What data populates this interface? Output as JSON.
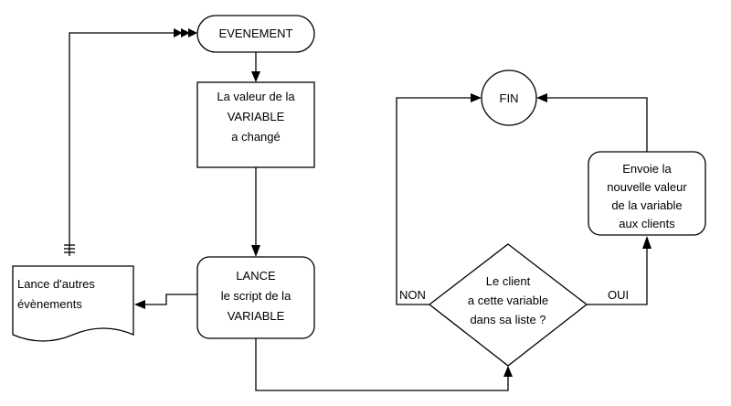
{
  "nodes": {
    "evenement": "EVENEMENT",
    "valeur_changee": [
      "La valeur de la",
      "VARIABLE",
      "a changé"
    ],
    "lance_script": [
      "LANCE",
      "le script de la",
      "VARIABLE"
    ],
    "lance_autres": [
      "Lance d'autres",
      "évènements"
    ],
    "decision": [
      "Le client",
      "a cette variable",
      "dans sa liste ?"
    ],
    "envoie": [
      "Envoie la",
      "nouvelle valeur",
      "de la variable",
      "aux clients"
    ],
    "fin": "FIN"
  },
  "edge_labels": {
    "non": "NON",
    "oui": "OUI"
  },
  "colors": {
    "stroke": "#000000",
    "fill": "#ffffff"
  }
}
